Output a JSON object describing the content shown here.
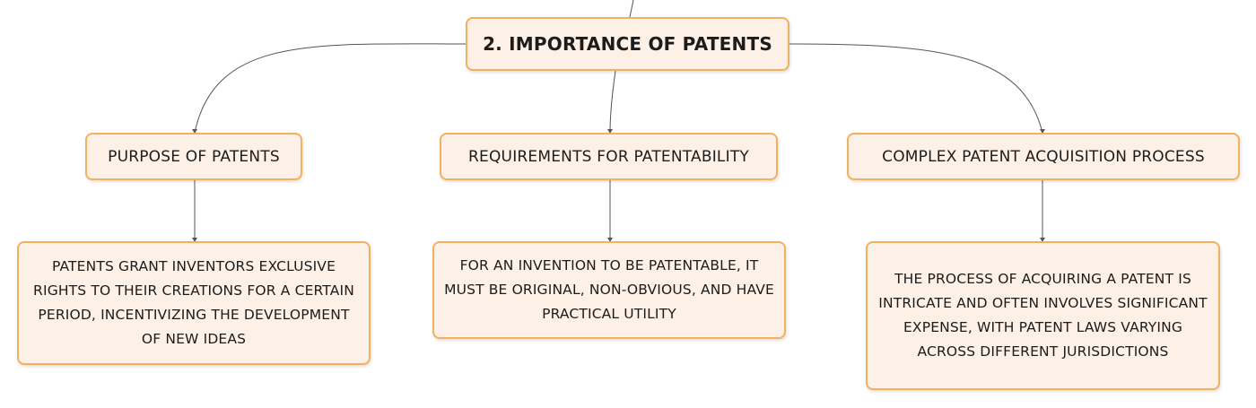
{
  "diagram": {
    "root": {
      "label": "2. IMPORTANCE OF PATENTS"
    },
    "branches": [
      {
        "label": "PURPOSE OF PATENTS",
        "detail": "PATENTS GRANT INVENTORS EXCLUSIVE RIGHTS TO THEIR CREATIONS FOR A CERTAIN PERIOD, INCENTIVIZING THE DEVELOPMENT OF NEW IDEAS"
      },
      {
        "label": "REQUIREMENTS FOR PATENTABILITY",
        "detail": "FOR AN INVENTION TO BE PATENTABLE, IT MUST BE ORIGINAL, NON-OBVIOUS, AND HAVE PRACTICAL UTILITY"
      },
      {
        "label": "COMPLEX PATENT ACQUISITION PROCESS",
        "detail": "THE PROCESS OF ACQUIRING A PATENT IS INTRICATE AND OFTEN INVOLVES SIGNIFICANT EXPENSE, WITH PATENT LAWS VARYING ACROSS DIFFERENT JURISDICTIONS"
      }
    ]
  },
  "colors": {
    "node_fill": "#fdf0e6",
    "node_border": "#f2b061",
    "connector": "#555555",
    "text": "#1c1c1c"
  }
}
